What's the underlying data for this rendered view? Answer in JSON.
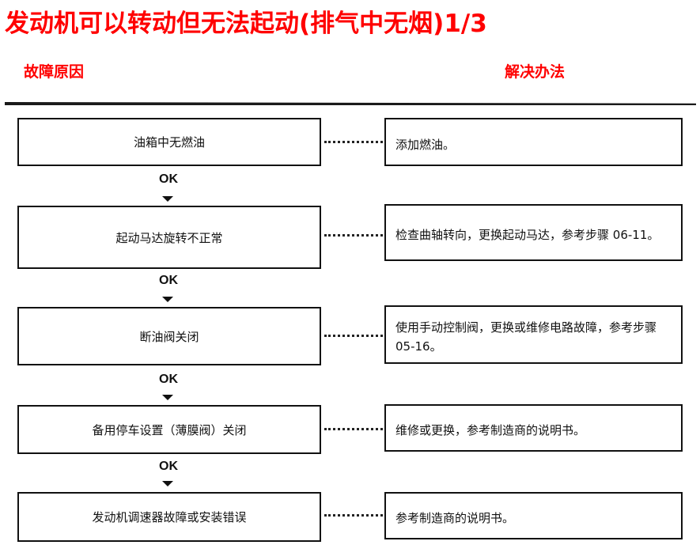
{
  "title": "发动机可以转动但无法起动(排气中无烟)1/3",
  "columns": {
    "cause": "故障原因",
    "solution": "解决办法"
  },
  "flow_label": "OK",
  "steps": [
    {
      "cause": "油箱中无燃油",
      "solution": "添加燃油。"
    },
    {
      "cause": "起动马达旋转不正常",
      "solution": "检查曲轴转向，更换起动马达，参考步骤 06-11。"
    },
    {
      "cause": "断油阀关闭",
      "solution": "使用手动控制阀，更换或维修电路故障，参考步骤 05-16。"
    },
    {
      "cause": "备用停车设置（薄膜阀）关闭",
      "solution": "维修或更换，参考制造商的说明书。"
    },
    {
      "cause": "发动机调速器故障或安装错误",
      "solution": "参考制造商的说明书。"
    }
  ],
  "colors": {
    "heading": "#ff0000",
    "line": "#111111"
  }
}
